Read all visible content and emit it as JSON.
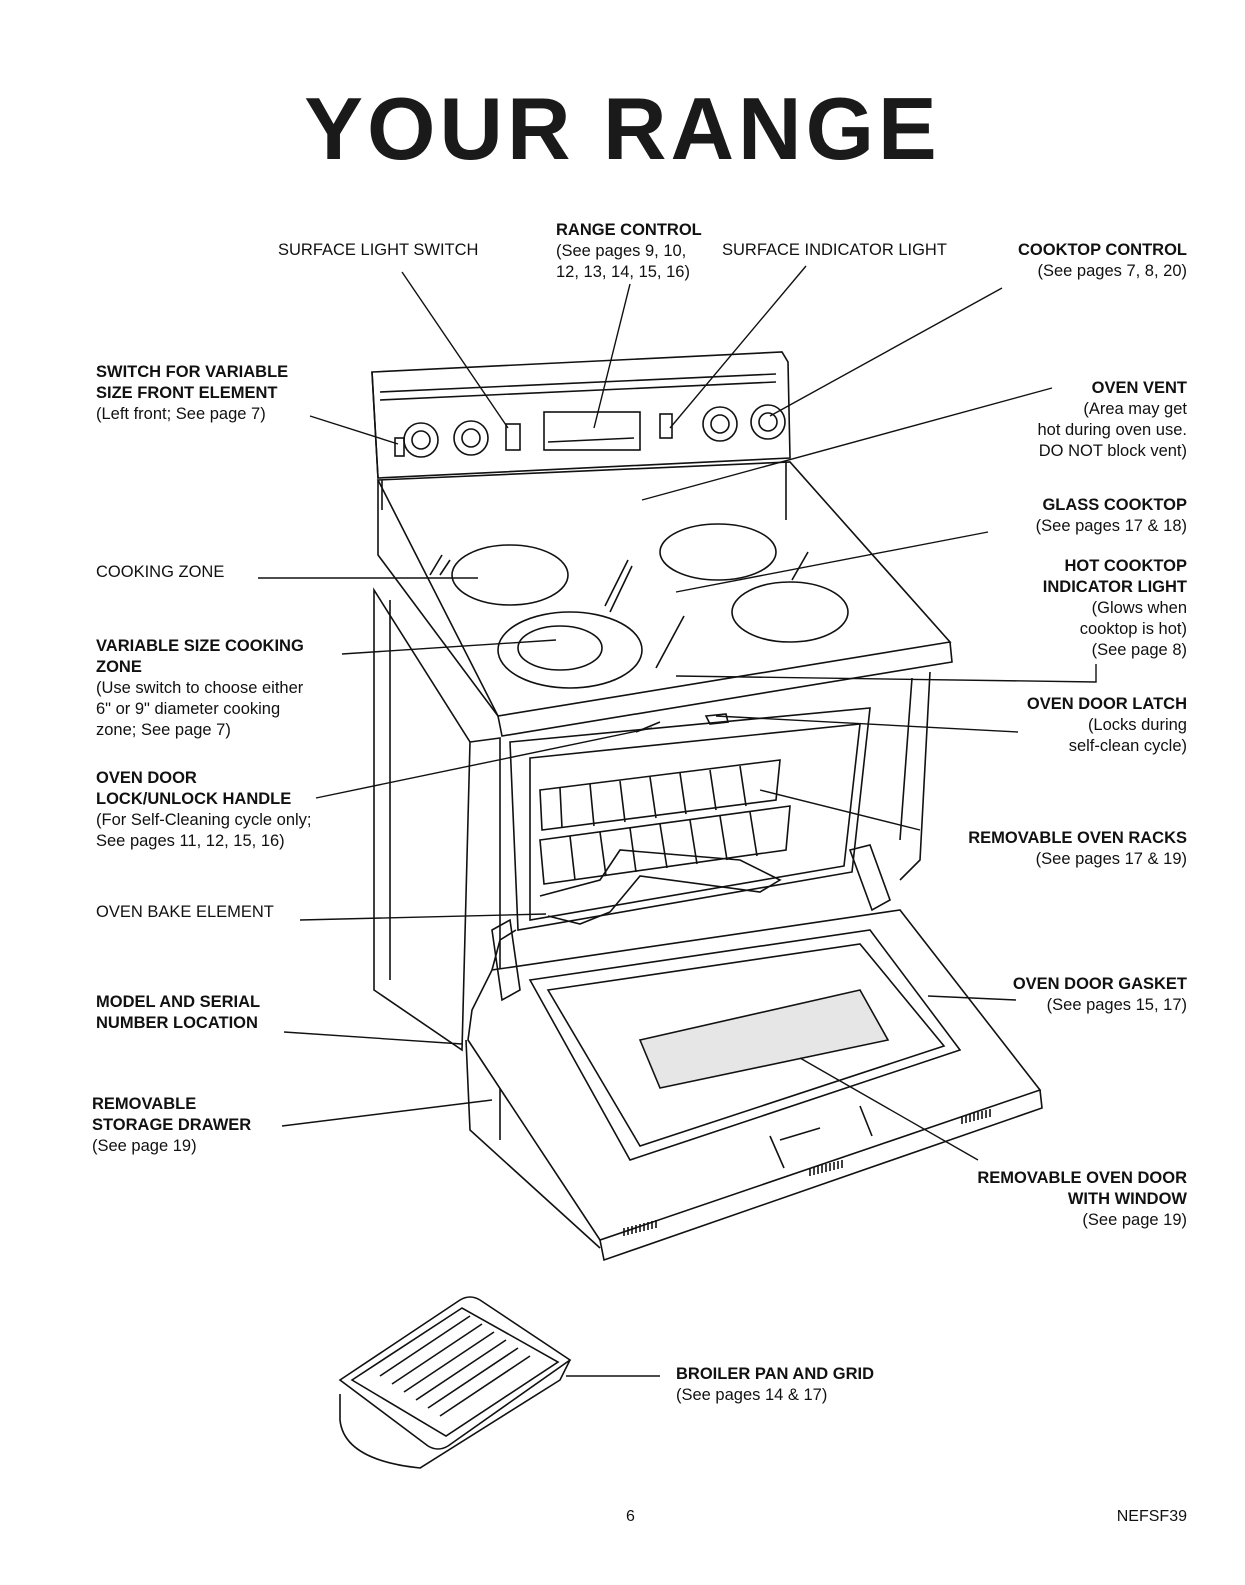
{
  "page_title": "YOUR RANGE",
  "labels": {
    "surface_light_switch": "SURFACE LIGHT SWITCH",
    "range_control": "RANGE CONTROL",
    "range_control_pages_1": "(See pages 9, 10,",
    "range_control_pages_2": "12, 13, 14, 15, 16)",
    "surface_indicator_light": "SURFACE INDICATOR LIGHT",
    "cooktop_control": "COOKTOP CONTROL",
    "cooktop_control_pages": "(See pages 7, 8, 20)",
    "switch_variable_1": "SWITCH FOR VARIABLE",
    "switch_variable_2": "SIZE FRONT ELEMENT",
    "switch_variable_3": "(Left front; See page 7)",
    "oven_vent": "OVEN VENT",
    "oven_vent_2": "(Area may get",
    "oven_vent_3": "hot during oven use.",
    "oven_vent_4": "DO NOT block vent)",
    "glass_cooktop": "GLASS COOKTOP",
    "glass_cooktop_pages": "(See pages 17 & 18)",
    "cooking_zone": "COOKING ZONE",
    "hot_cooktop_1": "HOT COOKTOP",
    "hot_cooktop_2": "INDICATOR LIGHT",
    "hot_cooktop_3": "(Glows when",
    "hot_cooktop_4": "cooktop is hot)",
    "hot_cooktop_5": "(See page 8)",
    "variable_zone_1": "VARIABLE SIZE COOKING",
    "variable_zone_2": "ZONE",
    "variable_zone_3": "(Use switch to choose either",
    "variable_zone_4": "6\" or 9\" diameter cooking",
    "variable_zone_5": "zone; See page 7)",
    "oven_door_latch": "OVEN DOOR LATCH",
    "oven_door_latch_2": "(Locks during",
    "oven_door_latch_3": "self-clean cycle)",
    "lock_handle_1": "OVEN DOOR",
    "lock_handle_2": "LOCK/UNLOCK HANDLE",
    "lock_handle_3": "(For Self-Cleaning cycle only;",
    "lock_handle_4": "See pages 11, 12, 15, 16)",
    "removable_racks": "REMOVABLE OVEN RACKS",
    "removable_racks_pages": "(See pages 17 & 19)",
    "bake_element": "OVEN BAKE ELEMENT",
    "model_serial_1": "MODEL AND SERIAL",
    "model_serial_2": "NUMBER LOCATION",
    "door_gasket": "OVEN DOOR GASKET",
    "door_gasket_pages": "(See pages 15, 17)",
    "storage_drawer_1": "REMOVABLE",
    "storage_drawer_2": "STORAGE DRAWER",
    "storage_drawer_3": "(See page 19)",
    "oven_door_1": "REMOVABLE OVEN DOOR",
    "oven_door_2": "WITH WINDOW",
    "oven_door_3": "(See page 19)",
    "broiler_1": "BROILER PAN AND GRID",
    "broiler_2": "(See pages 14 & 17)"
  },
  "footer": {
    "page_number": "6",
    "code": "NEFSF39"
  }
}
